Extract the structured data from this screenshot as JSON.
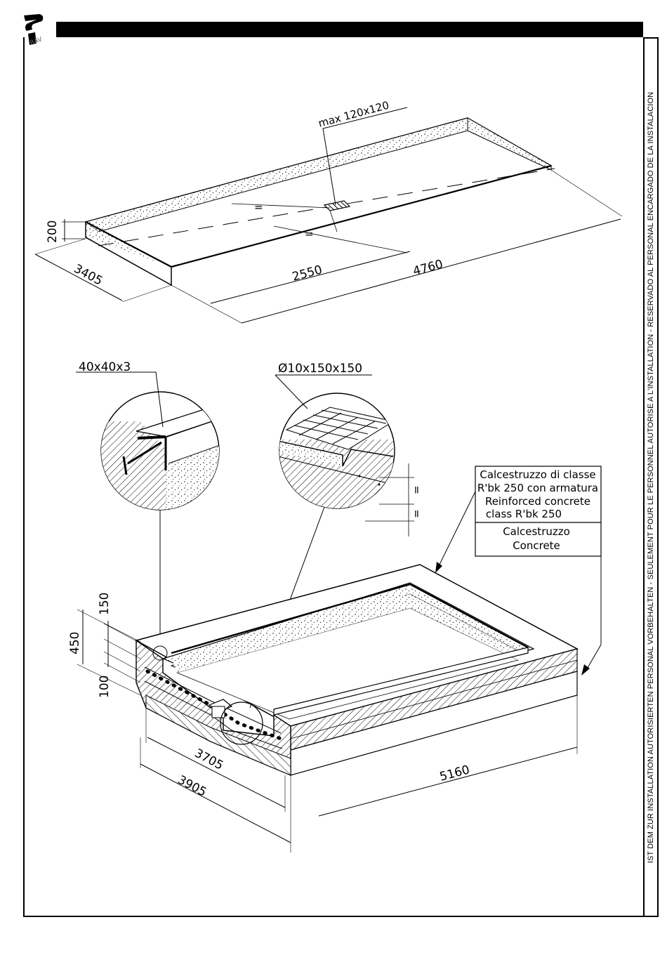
{
  "sidebar": {
    "text": "IST DEM ZUR INSTALLATION AUTORISIERTEN PERSONAL VORBEHALTEN - SEULEMENT POUR LE PERSONNEL AUTORISE A L'INSTALLATION - RESERVADO AL PERSONAL ENCARGADO DE LA INSTALACION"
  },
  "top_drawing": {
    "drain_label": "max 120x120",
    "dim_height": "200",
    "dim_width": "3405",
    "dim_center": "2550",
    "dim_length": "4760",
    "equal_mark": "="
  },
  "details": {
    "angle_label": "40x40x3",
    "mesh_label": "Ø10x150x150",
    "equal_mark": "="
  },
  "legend": {
    "reinforced_line1": "Calcestruzzo di classe",
    "reinforced_line2": "R'bk 250 con armatura",
    "reinforced_line3": "Reinforced concrete",
    "reinforced_line4": "class R'bk 250",
    "concrete_line1": "Calcestruzzo",
    "concrete_line2": "Concrete"
  },
  "bottom_drawing": {
    "dim_total_depth": "450",
    "dim_top_layer": "150",
    "dim_bottom_layer": "100",
    "dim_inner_width": "3705",
    "dim_outer_width": "3905",
    "dim_length": "5160"
  }
}
